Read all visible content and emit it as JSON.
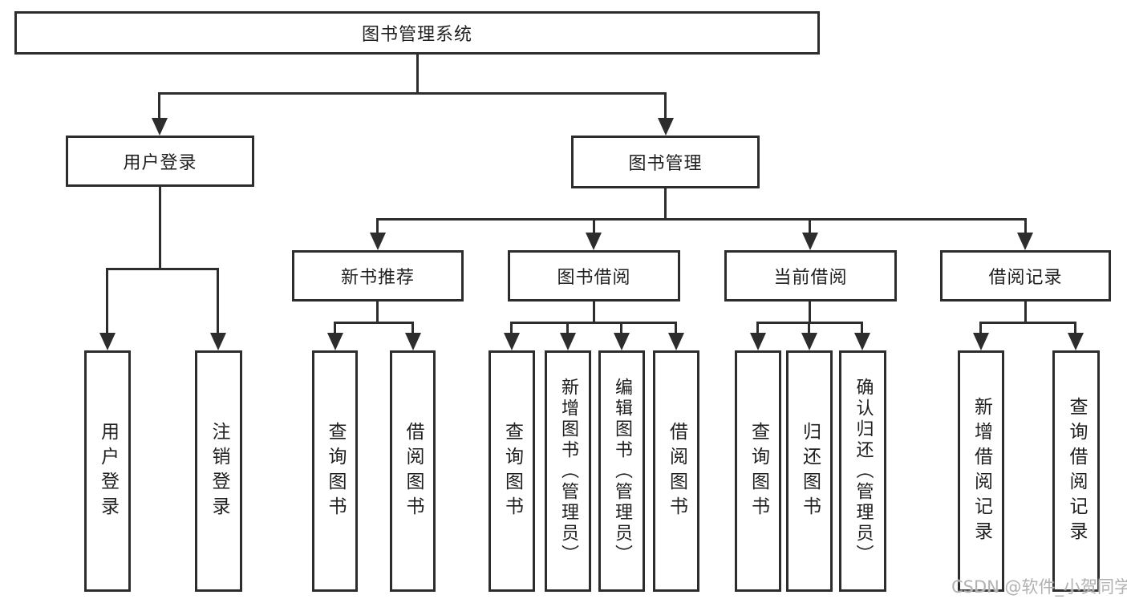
{
  "diagram_title": "图书管理系统",
  "colors": {
    "canvas_bg": "#ffffff",
    "box_bg": "#ffffff",
    "box_border": "#2d2d2d",
    "line_color": "#2d2d2d",
    "text_color": "#1f1f1f",
    "watermark_color": "#b2b2b2"
  },
  "tree": {
    "label": "图书管理系统",
    "children": [
      {
        "label": "用户登录",
        "children": [
          {
            "label": "用户登录"
          },
          {
            "label": "注销登录"
          }
        ]
      },
      {
        "label": "图书管理",
        "children": [
          {
            "label": "新书推荐",
            "children": [
              {
                "label": "查询图书"
              },
              {
                "label": "借阅图书"
              }
            ]
          },
          {
            "label": "图书借阅",
            "children": [
              {
                "label": "查询图书"
              },
              {
                "label": "新增图书（管理员）"
              },
              {
                "label": "编辑图书（管理员）"
              },
              {
                "label": "借阅图书"
              }
            ]
          },
          {
            "label": "当前借阅",
            "children": [
              {
                "label": "查询图书"
              },
              {
                "label": "归还图书"
              },
              {
                "label": "确认归还（管理员）"
              }
            ]
          },
          {
            "label": "借阅记录",
            "children": [
              {
                "label": "新增借阅记录"
              },
              {
                "label": "查询借阅记录"
              }
            ]
          }
        ]
      }
    ]
  },
  "watermark": {
    "text": "CSDN @软件_小贺同学"
  }
}
